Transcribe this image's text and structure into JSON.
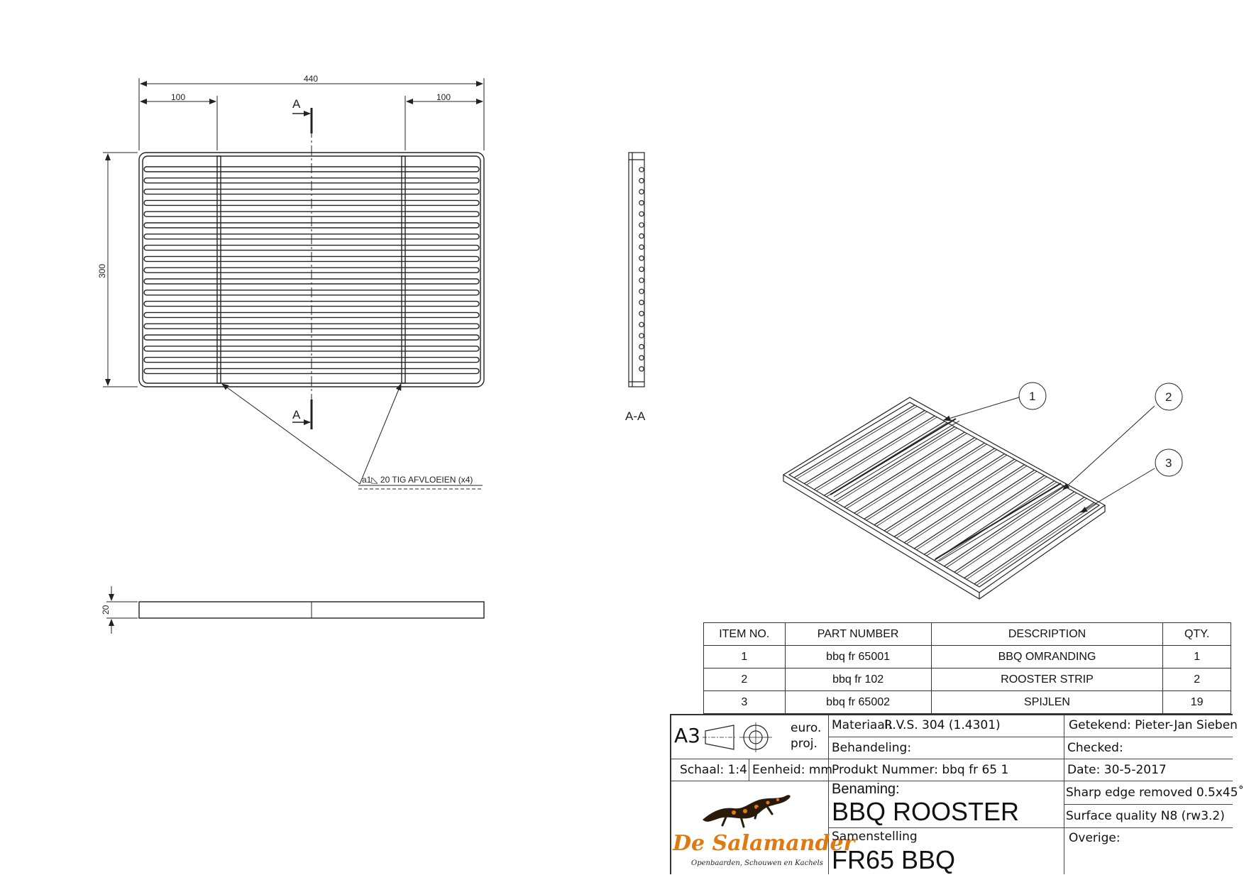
{
  "views": {
    "dim_overall_width": "440",
    "dim_left_bar": "100",
    "dim_right_bar": "100",
    "dim_height": "300",
    "dim_thickness": "20",
    "section_marker_top": "A",
    "section_marker_bottom": "A",
    "section_label": "A-A",
    "weld_note": "a1◺ 20 TIG  AFVLOEIEN (x4)"
  },
  "balloons": [
    "1",
    "2",
    "3"
  ],
  "bom": {
    "headers": [
      "ITEM NO.",
      "PART NUMBER",
      "DESCRIPTION",
      "QTY."
    ],
    "rows": [
      [
        "1",
        "bbq fr 65001",
        "BBQ OMRANDING",
        "1"
      ],
      [
        "2",
        "bbq fr 102",
        "ROOSTER STRIP",
        "2"
      ],
      [
        "3",
        "bbq fr 65002",
        "SPIJLEN",
        "19"
      ]
    ]
  },
  "title_block": {
    "sheet_size": "A3",
    "projection_line1": "euro.",
    "projection_line2": "proj.",
    "scale": "Schaal: 1:4",
    "unit": "Eenheid: mm",
    "material_label": "Materiaal:",
    "material_value": "R.V.S. 304 (1.4301)",
    "treatment": "Behandeling:",
    "product_number": "Produkt Nummer: bbq fr 65 1",
    "drawn_by": "Getekend: Pieter-Jan Sieben",
    "checked": "Checked:",
    "date": "Date: 30-5-2017",
    "name_label": "Benaming:",
    "name_value": "BBQ ROOSTER",
    "assembly_label": "Samenstelling",
    "assembly_value": "FR65 BBQ",
    "edge_note": "Sharp edge removed 0.5x45˚",
    "surface_note": "Surface quality N8 (rw3.2)",
    "other": "Overige:",
    "logo_name": "De Salamander",
    "logo_tagline": "Openbaarden, Schouwen en Kachels"
  },
  "colors": {
    "line": "#222222",
    "logo_orange": "#e07a10",
    "logo_dark": "#2a1a0a"
  }
}
